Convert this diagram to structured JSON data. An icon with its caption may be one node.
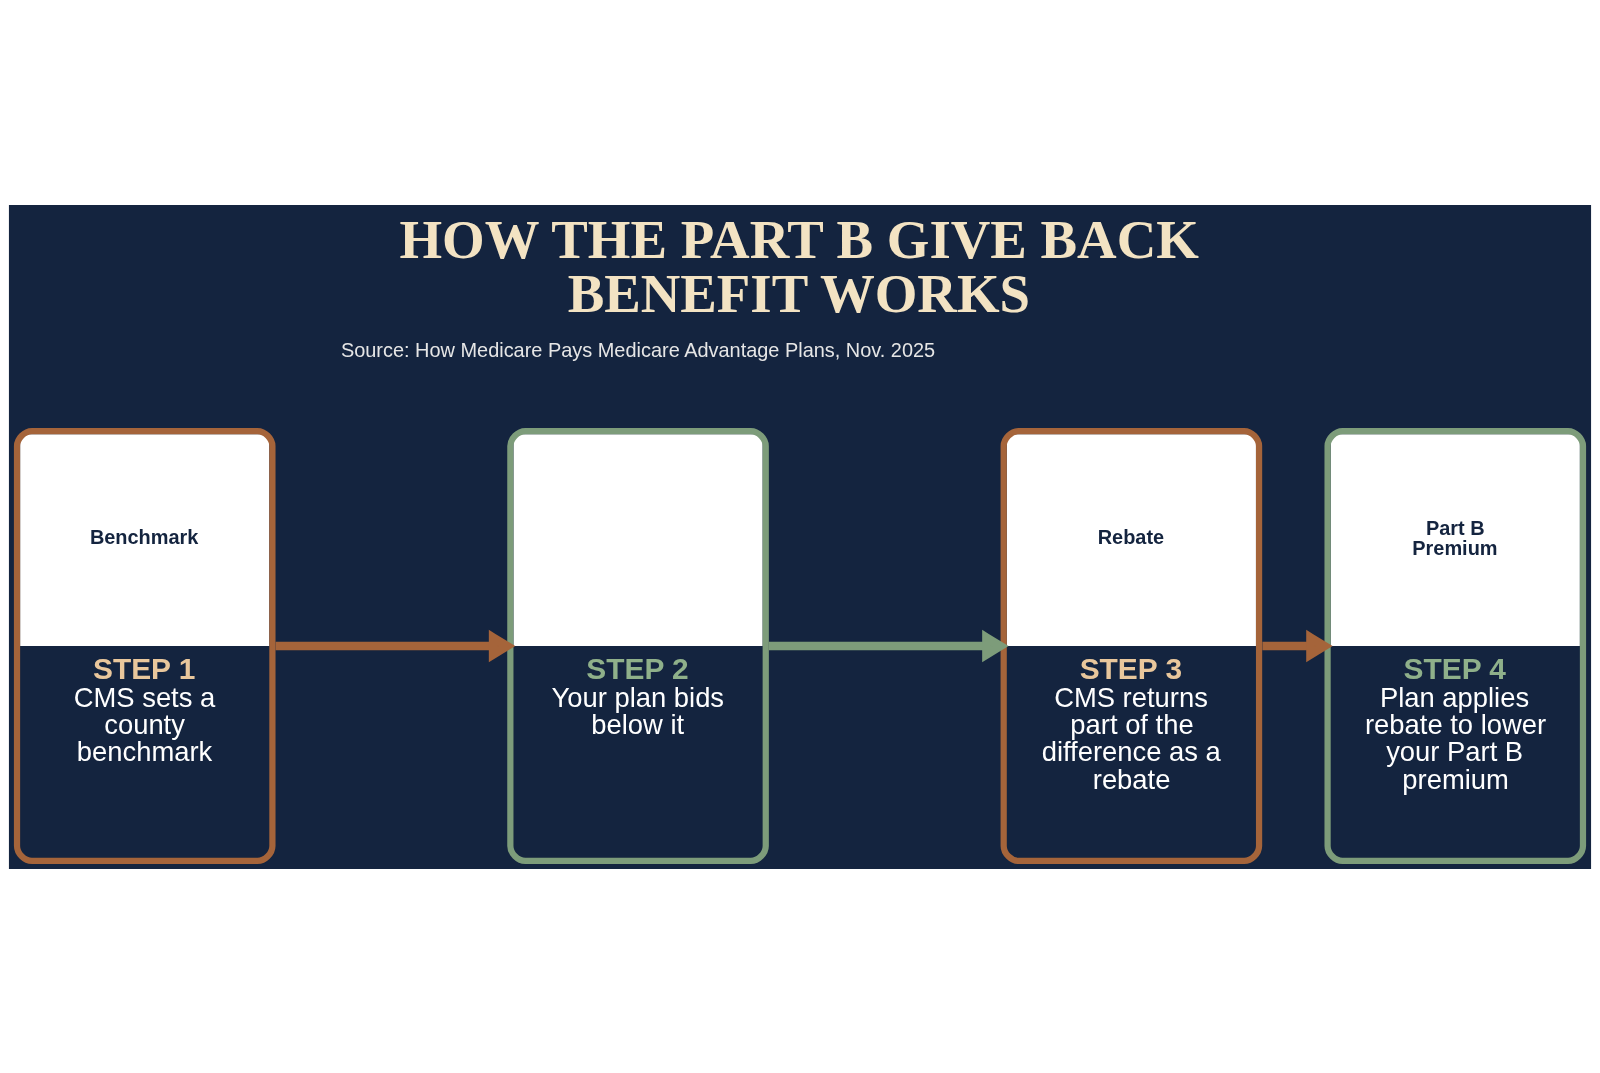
{
  "diagram": {
    "title": "HOW THE PART B GIVE BACK BENEFIT WORKS",
    "caption": "Source: How Medicare Pays Medicare Advantage Plans, Nov. 2025",
    "nodes": [
      {
        "text": [
          "Benchmark",
          "STEP 1",
          "CMS sets a county benchmark"
        ]
      },
      {
        "text": [
          "STEP 2",
          "Your plan bids below it"
        ]
      },
      {
        "text": [
          "Rebate",
          "STEP 3",
          "CMS returns part of the difference as a rebate"
        ]
      },
      {
        "text": [
          "Part B Premium",
          "STEP 4",
          "Plan applies rebate to lower your Part B premium"
        ]
      }
    ],
    "edges": [
      {
        "from": 0,
        "to": 1,
        "arrow": "to"
      },
      {
        "from": 1,
        "to": 2,
        "arrow": "to",
        "color": "#7d9c7a"
      },
      {
        "from": 2,
        "to": 3,
        "arrow": "to"
      }
    ]
  }
}
